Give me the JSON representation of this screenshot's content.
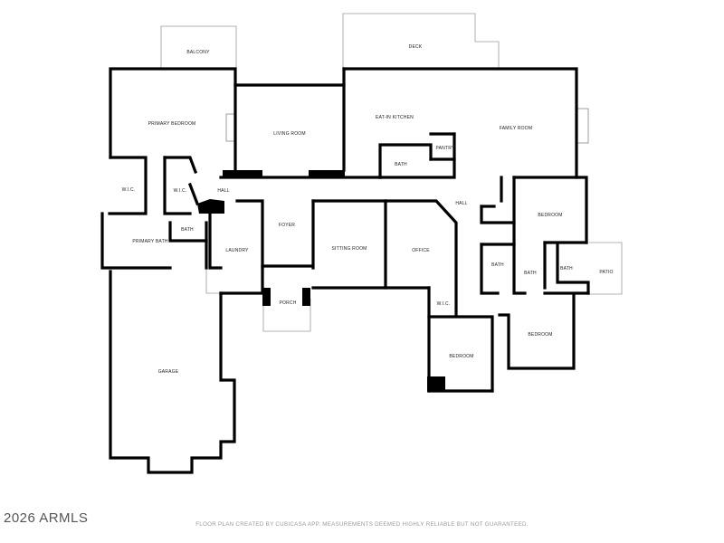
{
  "rooms": {
    "balcony": "BALCONY",
    "deck": "DECK",
    "primary_bedroom": "PRIMARY BEDROOM",
    "living_room": "LIVING ROOM",
    "eat_in_kitchen": "EAT-IN KITCHEN",
    "pantry": "PANTRY",
    "family_room": "FAMILY ROOM",
    "bath_kitchen": "BATH",
    "wic_1": "W.I.C.",
    "wic_2": "W.I.C.",
    "hall_west": "HALL",
    "hall_east": "HALL",
    "primary_bath": "PRIMARY BATH",
    "bath_primary_wc": "BATH",
    "foyer": "FOYER",
    "laundry": "LAUNDRY",
    "sitting_room": "SITTING ROOM",
    "office": "OFFICE",
    "bedroom_ne": "BEDROOM",
    "bath_center": "BATH",
    "bath_mid": "BATH",
    "bath_east": "BATH",
    "patio": "PATIO",
    "porch": "PORCH",
    "wic_office": "W.I.C.",
    "bedroom_south": "BEDROOM",
    "bedroom_se": "BEDROOM",
    "garage": "GARAGE"
  },
  "watermark": "2026 ARMLS",
  "disclaimer": "FLOOR PLAN CREATED BY CUBICASA APP. MEASUREMENTS DEEMED HIGHLY RELIABLE BUT NOT GUARANTEED."
}
